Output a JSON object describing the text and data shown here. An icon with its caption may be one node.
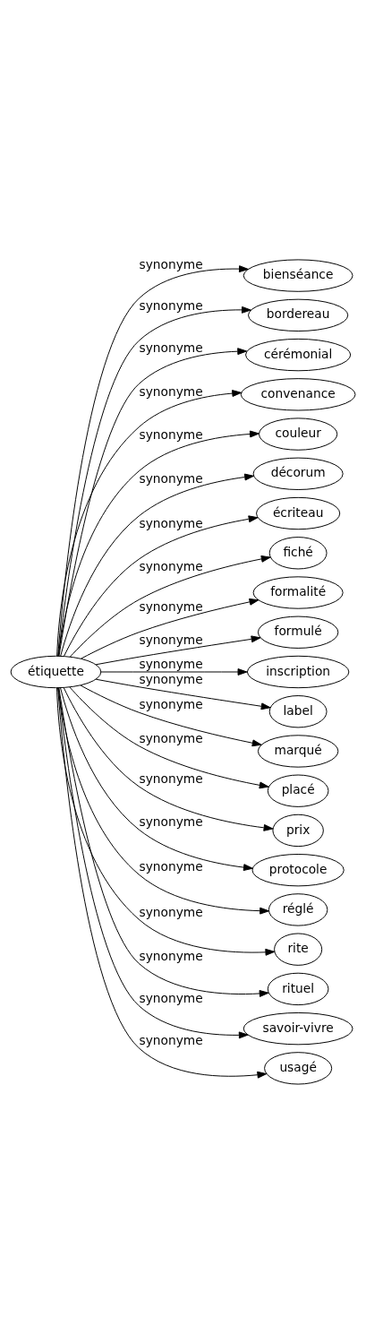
{
  "diagram": {
    "nodes": [
      {
        "text": [
          "étiquette"
        ]
      },
      {
        "text": [
          "bienséance"
        ]
      },
      {
        "text": [
          "bordereau"
        ]
      },
      {
        "text": [
          "cérémonial"
        ]
      },
      {
        "text": [
          "convenance"
        ]
      },
      {
        "text": [
          "couleur"
        ]
      },
      {
        "text": [
          "décorum"
        ]
      },
      {
        "text": [
          "écriteau"
        ]
      },
      {
        "text": [
          "fiché"
        ]
      },
      {
        "text": [
          "formalité"
        ]
      },
      {
        "text": [
          "formulé"
        ]
      },
      {
        "text": [
          "inscription"
        ]
      },
      {
        "text": [
          "label"
        ]
      },
      {
        "text": [
          "marqué"
        ]
      },
      {
        "text": [
          "placé"
        ]
      },
      {
        "text": [
          "prix"
        ]
      },
      {
        "text": [
          "protocole"
        ]
      },
      {
        "text": [
          "réglé"
        ]
      },
      {
        "text": [
          "rite"
        ]
      },
      {
        "text": [
          "rituel"
        ]
      },
      {
        "text": [
          "savoir-vivre"
        ]
      },
      {
        "text": [
          "usagé"
        ]
      }
    ],
    "edges": [
      {
        "from": 0,
        "to": 1,
        "arrow": "to",
        "label": "synonyme"
      },
      {
        "from": 0,
        "to": 2,
        "arrow": "to",
        "label": "synonyme"
      },
      {
        "from": 0,
        "to": 3,
        "arrow": "to",
        "label": "synonyme"
      },
      {
        "from": 0,
        "to": 4,
        "arrow": "to",
        "label": "synonyme"
      },
      {
        "from": 0,
        "to": 5,
        "arrow": "to",
        "label": "synonyme"
      },
      {
        "from": 0,
        "to": 6,
        "arrow": "to",
        "label": "synonyme"
      },
      {
        "from": 0,
        "to": 7,
        "arrow": "to",
        "label": "synonyme"
      },
      {
        "from": 0,
        "to": 8,
        "arrow": "to",
        "label": "synonyme"
      },
      {
        "from": 0,
        "to": 9,
        "arrow": "to",
        "label": "synonyme"
      },
      {
        "from": 0,
        "to": 10,
        "arrow": "to",
        "label": "synonyme"
      },
      {
        "from": 0,
        "to": 11,
        "arrow": "to",
        "label": "synonyme"
      },
      {
        "from": 0,
        "to": 12,
        "arrow": "to",
        "label": "synonyme"
      },
      {
        "from": 0,
        "to": 13,
        "arrow": "to",
        "label": "synonyme"
      },
      {
        "from": 0,
        "to": 14,
        "arrow": "to",
        "label": "synonyme"
      },
      {
        "from": 0,
        "to": 15,
        "arrow": "to",
        "label": "synonyme"
      },
      {
        "from": 0,
        "to": 16,
        "arrow": "to",
        "label": "synonyme"
      },
      {
        "from": 0,
        "to": 17,
        "arrow": "to",
        "label": "synonyme"
      },
      {
        "from": 0,
        "to": 18,
        "arrow": "to",
        "label": "synonyme"
      },
      {
        "from": 0,
        "to": 19,
        "arrow": "to",
        "label": "synonyme"
      },
      {
        "from": 0,
        "to": 20,
        "arrow": "to",
        "label": "synonyme"
      },
      {
        "from": 0,
        "to": 21,
        "arrow": "to",
        "label": "synonyme"
      }
    ]
  }
}
